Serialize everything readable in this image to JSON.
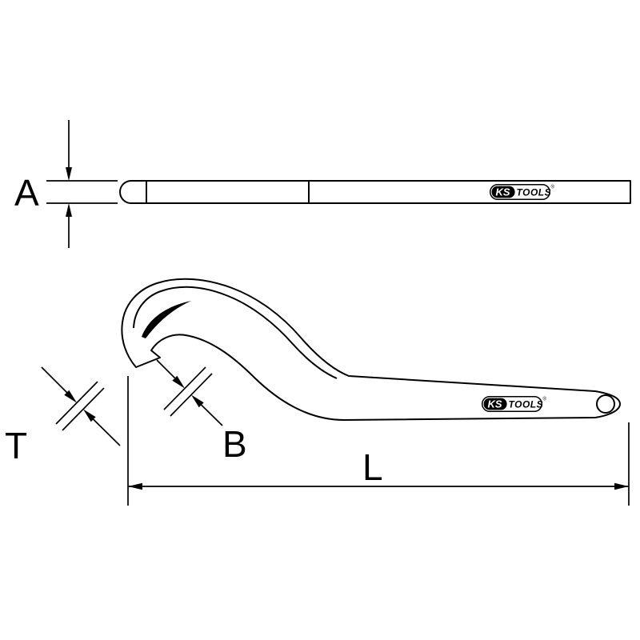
{
  "diagram": {
    "kind": "technical-dimension-drawing",
    "subject": "Hook wrench shown in top profile view and side view with dimension callouts",
    "colors": {
      "line": "#000000",
      "background": "#ffffff",
      "brand_fill": "#000000",
      "brand_text_on_fill": "#ffffff"
    },
    "dimensions": {
      "thickness_label": "A",
      "tip_label": "T",
      "hook_label": "B",
      "length_label": "L"
    },
    "brand": {
      "ks": "KS",
      "tools": "TOOLS",
      "registered": "®"
    }
  }
}
